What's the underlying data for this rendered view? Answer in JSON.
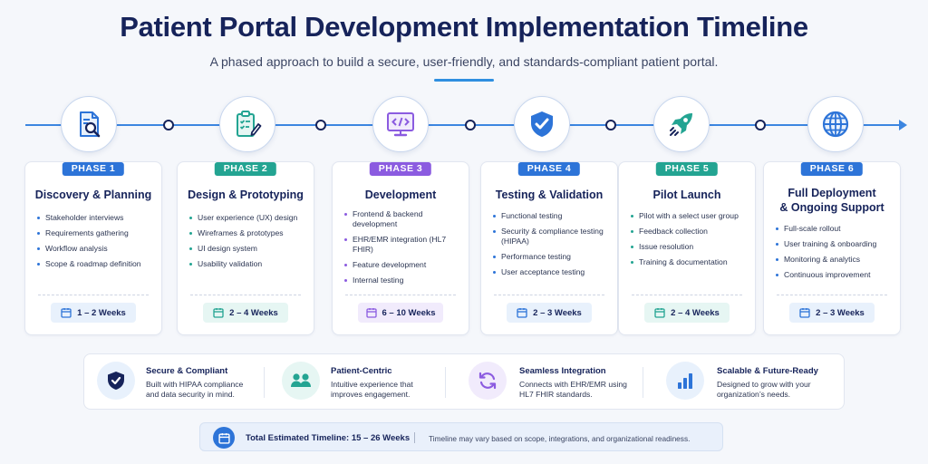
{
  "header": {
    "title": "Patient Portal Development Implementation Timeline",
    "subtitle": "A phased approach to build a secure, user-friendly, and standards-compliant patient portal."
  },
  "colors": {
    "navy": "#16235a",
    "timeline": "#3c86e0",
    "phase1": "#2d74d8",
    "phase2": "#23a492",
    "phase3": "#8b5be0",
    "phase4": "#2d74d8",
    "phase5": "#23a492",
    "phase6": "#2d74d8"
  },
  "phases": [
    {
      "badge": "PHASE 1",
      "title": "Discovery & Planning",
      "icon": "document-search-icon",
      "items": [
        "Stakeholder interviews",
        "Requirements gathering",
        "Workflow analysis",
        "Scope & roadmap definition"
      ],
      "duration": "1 – 2 Weeks"
    },
    {
      "badge": "PHASE 2",
      "title": "Design & Prototyping",
      "icon": "clipboard-pencil-icon",
      "items": [
        "User experience (UX) design",
        "Wireframes & prototypes",
        "UI design system",
        "Usability validation"
      ],
      "duration": "2 – 4 Weeks"
    },
    {
      "badge": "PHASE 3",
      "title": "Development",
      "icon": "code-monitor-icon",
      "items": [
        "Frontend & backend development",
        "EHR/EMR integration (HL7 FHIR)",
        "Feature development",
        "Internal testing"
      ],
      "duration": "6 – 10 Weeks"
    },
    {
      "badge": "PHASE 4",
      "title": "Testing & Validation",
      "icon": "shield-check-icon",
      "items": [
        "Functional testing",
        "Security & compliance testing (HIPAA)",
        "Performance testing",
        "User acceptance testing"
      ],
      "duration": "2 – 3 Weeks"
    },
    {
      "badge": "PHASE 5",
      "title": "Pilot Launch",
      "icon": "rocket-icon",
      "items": [
        "Pilot with a select user group",
        "Feedback collection",
        "Issue resolution",
        "Training & documentation"
      ],
      "duration": "2 – 4 Weeks"
    },
    {
      "badge": "PHASE 6",
      "title": "Full Deployment & Ongoing Support",
      "title_line1": "Full Deployment",
      "title_line2": "& Ongoing Support",
      "icon": "globe-icon",
      "items": [
        "Full-scale rollout",
        "User training & onboarding",
        "Monitoring & analytics",
        "Continuous improvement"
      ],
      "duration": "2 – 3 Weeks"
    }
  ],
  "features": [
    {
      "title": "Secure & Compliant",
      "description": "Built with HIPAA compliance and data security in mind.",
      "icon": "shield-check-icon"
    },
    {
      "title": "Patient-Centric",
      "description": "Intuitive experience that improves engagement.",
      "icon": "users-icon"
    },
    {
      "title": "Seamless Integration",
      "description": "Connects with EHR/EMR using HL7 FHIR standards.",
      "icon": "sync-icon"
    },
    {
      "title": "Scalable & Future-Ready",
      "description": "Designed to grow with your organization’s needs.",
      "icon": "bar-chart-icon"
    }
  ],
  "total": {
    "label": "Total Estimated Timeline: 15 – 26 Weeks",
    "note": "Timeline may vary based on scope, integrations, and organizational readiness.",
    "icon": "calendar-icon"
  }
}
